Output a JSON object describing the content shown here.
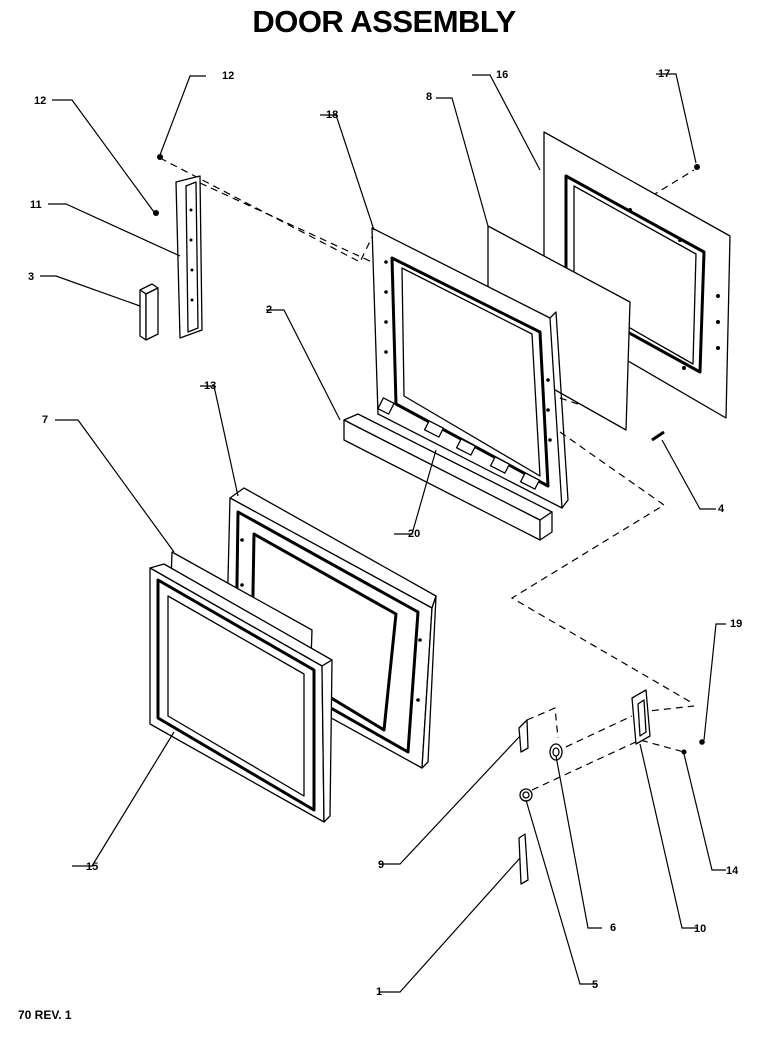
{
  "title": "DOOR ASSEMBLY",
  "footer": "70 REV. 1",
  "callouts": {
    "c1": "1",
    "c2": "2",
    "c3": "3",
    "c4": "4",
    "c5": "5",
    "c6": "6",
    "c7": "7",
    "c8": "8",
    "c9": "9",
    "c10": "10",
    "c11": "11",
    "c12a": "12",
    "c12b": "12",
    "c13": "13",
    "c14": "14",
    "c15": "15",
    "c16": "16",
    "c17": "17",
    "c18": "18",
    "c19": "19",
    "c20": "20"
  }
}
